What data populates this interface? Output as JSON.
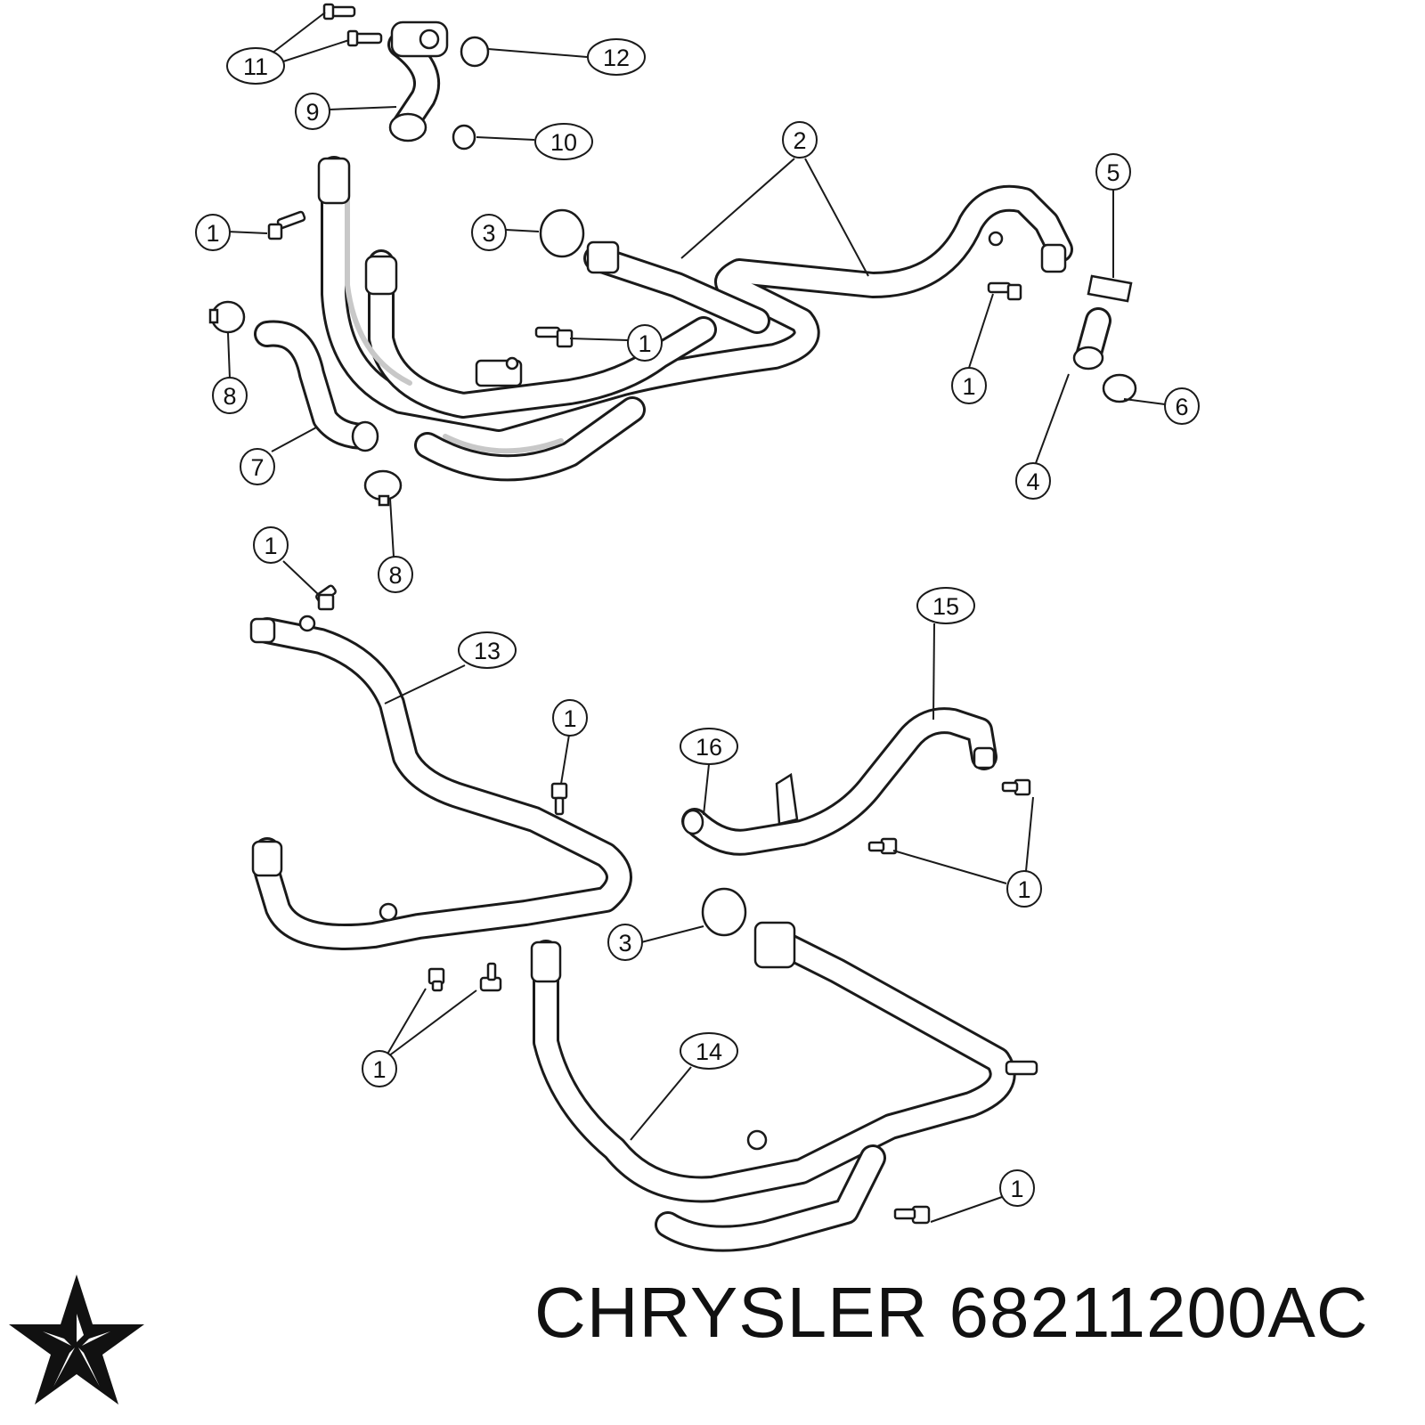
{
  "brand": "CHRYSLER",
  "part_number": "68211200AC",
  "colors": {
    "line": "#1a1a1a",
    "background": "#ffffff",
    "shading": "#c8c8c8"
  },
  "logo_icon": "chrysler-pentastar-icon",
  "callouts": {
    "c11": "11",
    "c12": "12",
    "c9": "9",
    "c10": "10",
    "c2": "2",
    "c5": "5",
    "c1a": "1",
    "c3a": "3",
    "c1b": "1",
    "c1c": "1",
    "c8a": "8",
    "c6": "6",
    "c7": "7",
    "c4": "4",
    "c1d": "1",
    "c8b": "8",
    "c15": "15",
    "c13": "13",
    "c1e": "1",
    "c16": "16",
    "c1f": "1",
    "c3b": "3",
    "c14": "14",
    "c1g": "1",
    "c1h": "1"
  }
}
